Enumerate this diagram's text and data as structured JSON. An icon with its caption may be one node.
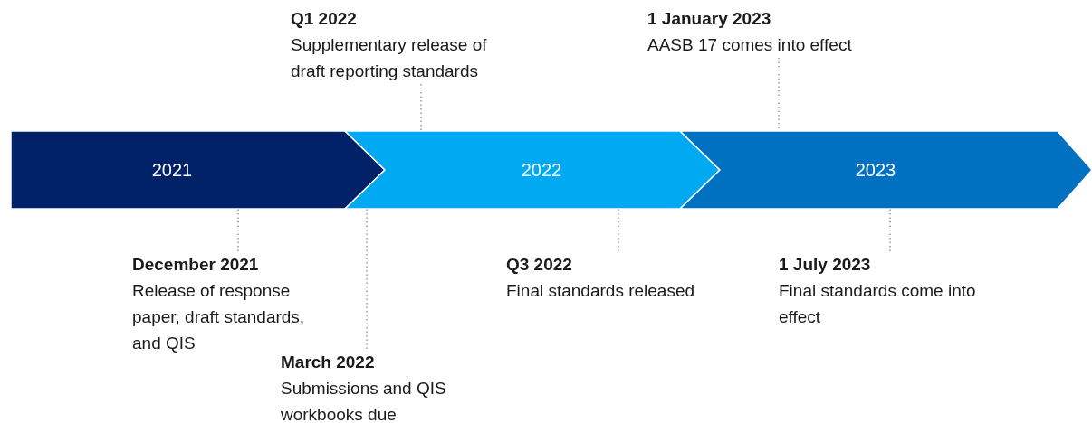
{
  "diagram": {
    "nodes": [
      {
        "text": [
          "2021"
        ]
      },
      {
        "text": [
          "2022"
        ]
      },
      {
        "text": [
          "2023"
        ]
      },
      {
        "text": [
          "Q1 2022",
          "Supplementary release of draft reporting standards"
        ]
      },
      {
        "text": [
          "1 January 2023",
          "AASB 17 comes into effect"
        ]
      },
      {
        "text": [
          "December 2021",
          "Release of response paper, draft standards, and QIS"
        ]
      },
      {
        "text": [
          "March 2022",
          "Submissions and QIS workbooks due"
        ]
      },
      {
        "text": [
          "Q3 2022",
          "Final standards released"
        ]
      },
      {
        "text": [
          "1 July 2023",
          "Final standards come into effect"
        ]
      }
    ],
    "edges": [
      {
        "from": 3,
        "to": 1,
        "arrow": "none",
        "style": "dashed"
      },
      {
        "from": 4,
        "to": 2,
        "arrow": "none",
        "style": "dashed"
      },
      {
        "from": 5,
        "to": 0,
        "arrow": "none",
        "style": "dashed"
      },
      {
        "from": 6,
        "to": 1,
        "arrow": "none",
        "style": "dashed"
      },
      {
        "from": 7,
        "to": 1,
        "arrow": "none",
        "style": "dashed"
      },
      {
        "from": 8,
        "to": 2,
        "arrow": "none",
        "style": "dashed"
      }
    ]
  }
}
